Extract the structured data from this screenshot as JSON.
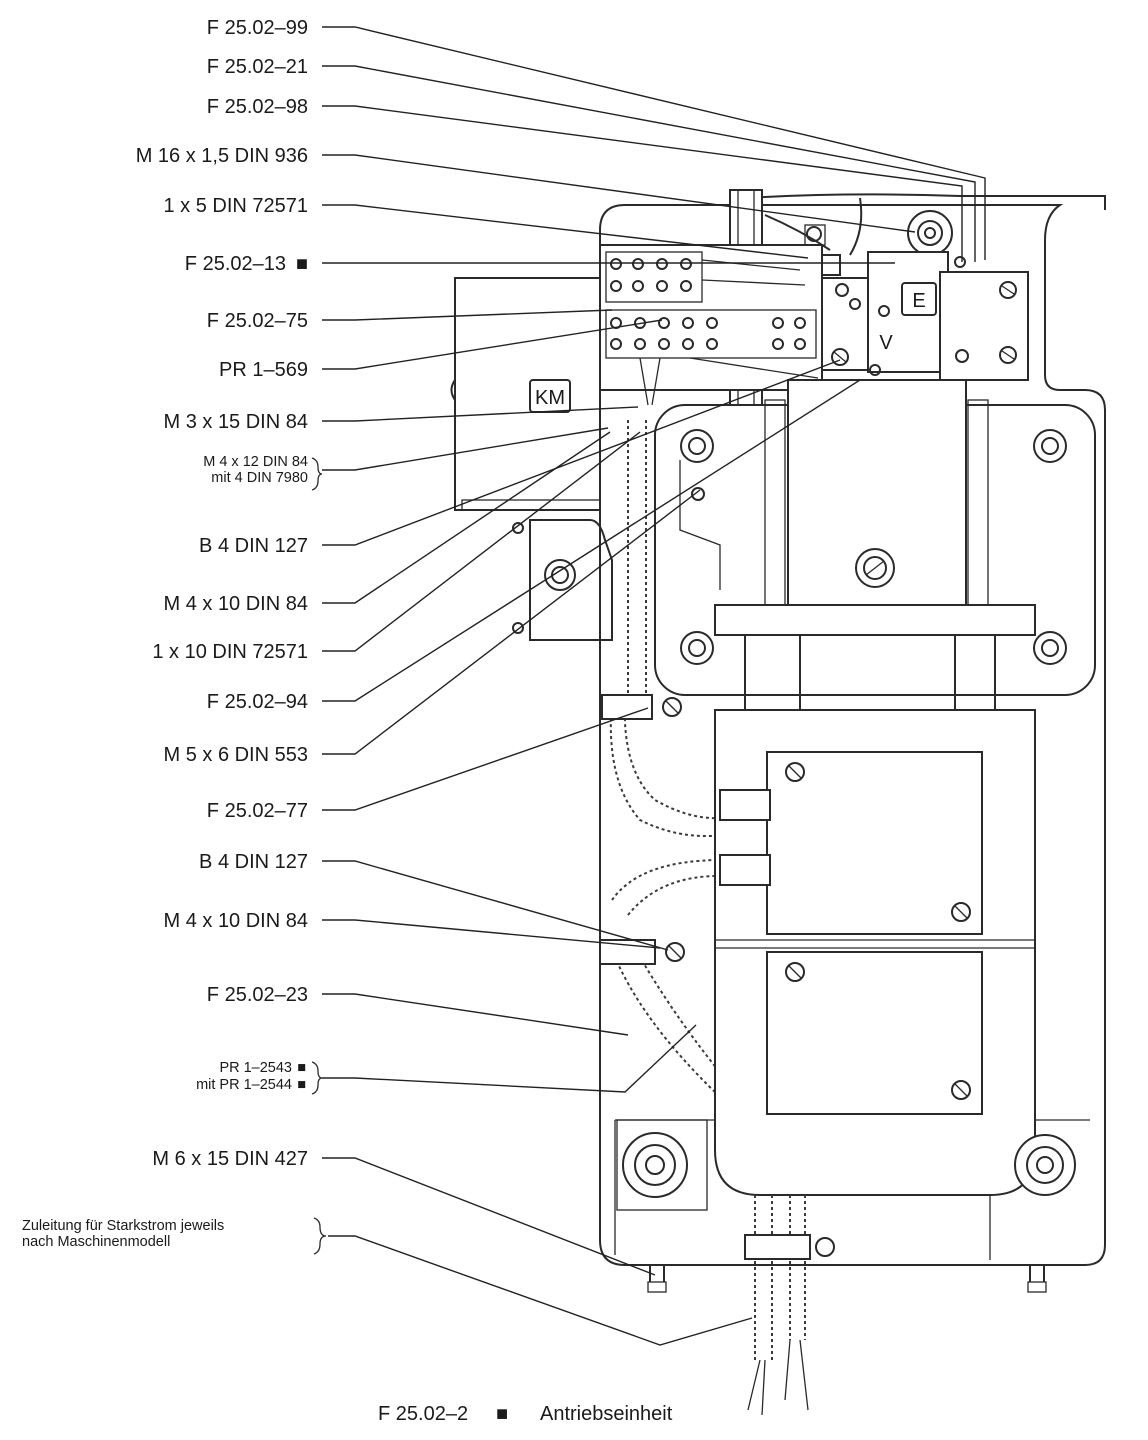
{
  "labels": {
    "l1": "F 25.02–99",
    "l2": "F 25.02–21",
    "l3": "F 25.02–98",
    "l4": "M 16 x 1,5 DIN 936",
    "l5": "1 x 5 DIN 72571",
    "l6": "F 25.02–13",
    "l7": "F 25.02–75",
    "l8": "PR 1–569",
    "l9": "M 3 x 15 DIN 84",
    "l10a": "M 4 x 12 DIN 84",
    "l10b": "mit 4 DIN 7980",
    "l11": "B 4 DIN 127",
    "l12": "M 4 x 10 DIN 84",
    "l13": "1 x 10 DIN 72571",
    "l14": "F 25.02–94",
    "l15": "M 5 x 6 DIN 553",
    "l16": "F 25.02–77",
    "l17": "B 4 DIN 127",
    "l18": "M 4 x 10 DIN 84",
    "l19": "F 25.02–23",
    "l20a": "PR 1–2543",
    "l20b": "mit PR 1–2544",
    "l21": "M 6 x 15 DIN 427",
    "l22a": "Zuleitung für Starkstrom jeweils",
    "l22b": "nach Maschinenmodell"
  },
  "boxes": {
    "km": "KM",
    "e": "E",
    "v": "V"
  },
  "caption": {
    "part_number": "F 25.02–2",
    "title": "Antriebseinheit"
  },
  "marker_symbol": "■",
  "colors": {
    "ink": "#1a1a1a",
    "background": "#ffffff"
  }
}
